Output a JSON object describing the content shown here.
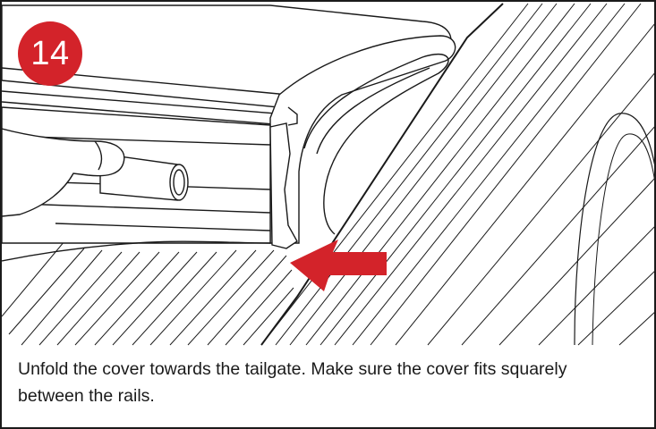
{
  "step": {
    "number": "14"
  },
  "instruction": {
    "text": "Unfold the cover towards the tailgate. Make sure the cover fits squarely between the rails."
  },
  "colors": {
    "accent_red": "#d3232a",
    "line": "#1a1a1a",
    "background": "#ffffff"
  },
  "icons": {
    "arrow": "push-direction-arrow"
  }
}
